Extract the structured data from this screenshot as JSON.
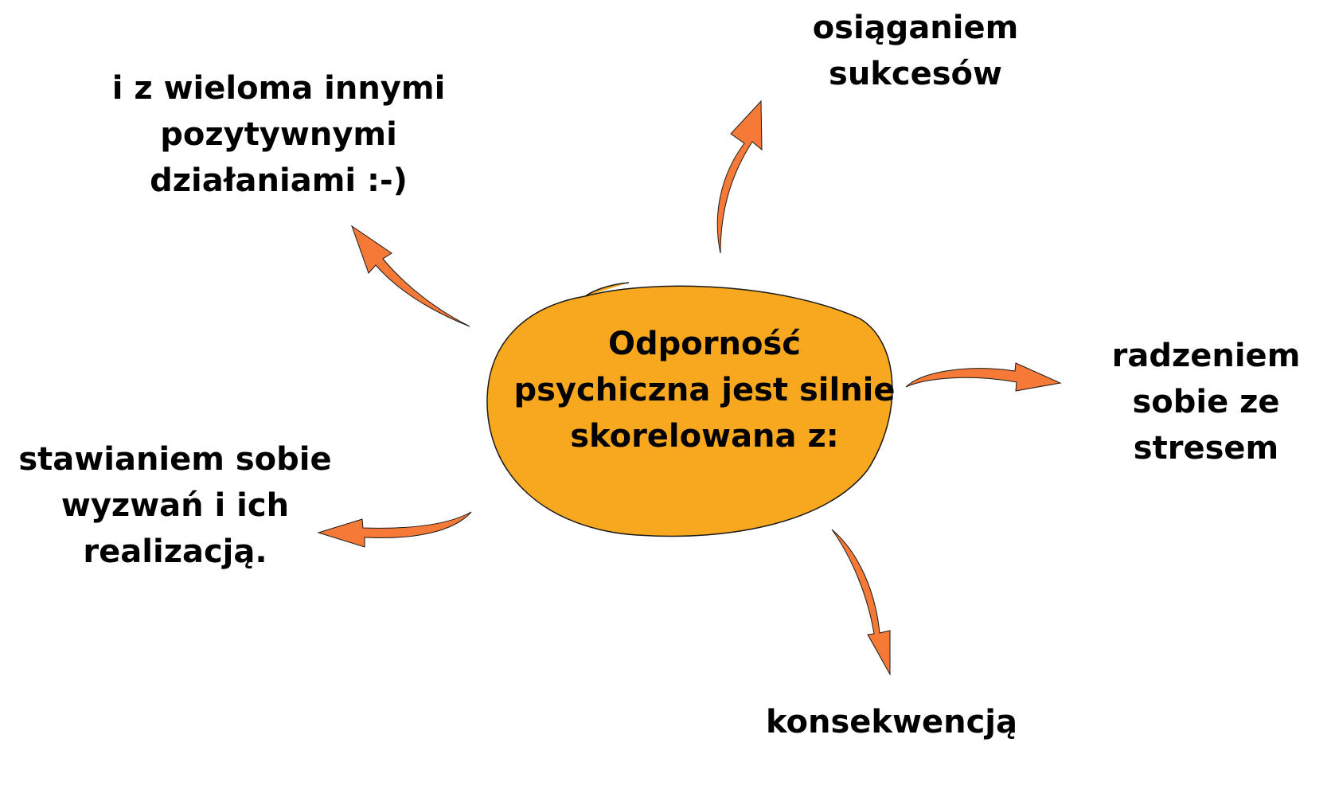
{
  "colors": {
    "center_fill": "#F8A81F",
    "arrow_fill": "#F57A38",
    "outline": "#1a1a1a",
    "text": "#000000"
  },
  "center": {
    "lines": [
      "Odporność",
      "psychiczna jest silnie",
      "skorelowana z:"
    ]
  },
  "nodes": {
    "top_right": {
      "lines": [
        "osiąganiem",
        "sukcesów"
      ]
    },
    "top_left": {
      "lines": [
        "i z wieloma innymi",
        "pozytywnymi",
        "działaniami :-)"
      ]
    },
    "right": {
      "lines": [
        "radzeniem",
        "sobie ze",
        "stresem"
      ]
    },
    "left": {
      "lines": [
        "stawianiem sobie",
        "wyzwań  i ich",
        "realizacją."
      ]
    },
    "bottom": {
      "lines": [
        "konsekwencją"
      ]
    }
  }
}
